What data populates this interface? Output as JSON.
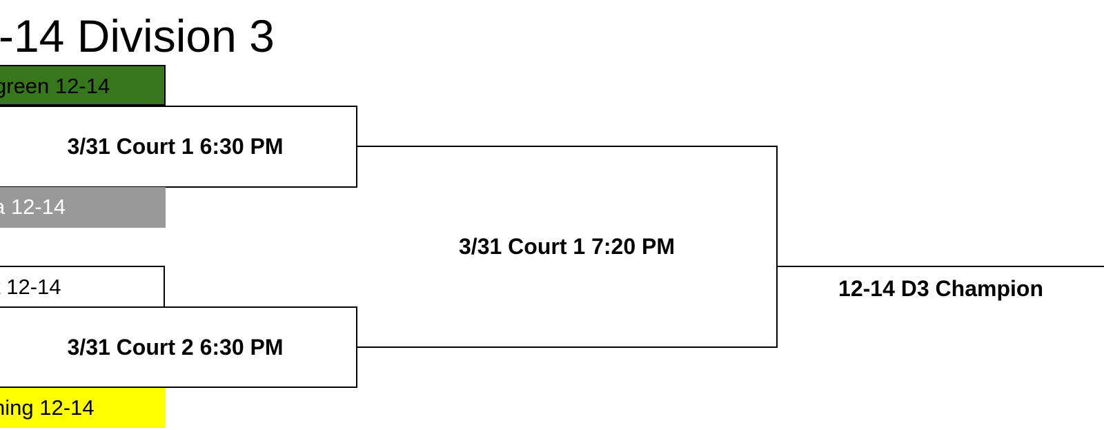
{
  "title": "-14 Division 3",
  "teams": [
    {
      "label": "green 12-14",
      "bg": "#38761d",
      "fg": "#000000"
    },
    {
      "label": "a 12-14",
      "bg": "#999999",
      "fg": "#ffffff"
    },
    {
      "label": "t 12-14",
      "bg": "#ffffff",
      "fg": "#000000"
    },
    {
      "label": "ning 12-14",
      "bg": "#ffff00",
      "fg": "#000000"
    }
  ],
  "matches": [
    {
      "label": "3/31 Court 1 6:30 PM"
    },
    {
      "label": "3/31 Court 2 6:30 PM"
    }
  ],
  "final": {
    "label": "3/31 Court 1 7:20 PM"
  },
  "champion": {
    "label": "12-14 D3 Champion"
  }
}
